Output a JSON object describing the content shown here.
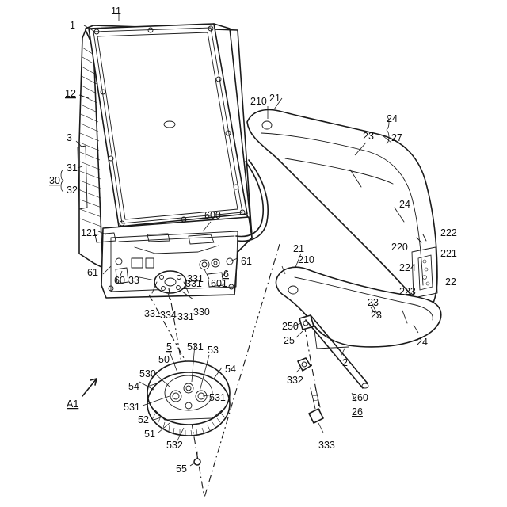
{
  "figure": {
    "labels": {
      "l1": "1",
      "l11": "11",
      "l12": "12",
      "l3": "3",
      "l30": "30",
      "l31": "31",
      "l32": "32",
      "l121": "121",
      "l61a": "61",
      "l61b": "61",
      "l60": "60",
      "l33": "33",
      "l331a": "331",
      "l331b": "331",
      "l331c": "331",
      "l331d": "331",
      "l334": "334",
      "l330": "330",
      "l600": "600",
      "l601": "601",
      "l6": "6",
      "l210a": "210",
      "l21a": "21",
      "l23a": "23",
      "l24a": "24",
      "l27": "27",
      "l24b": "24",
      "l23b": "23",
      "l220": "220",
      "l222": "222",
      "l221": "221",
      "l224": "224",
      "l22": "22",
      "l223": "223",
      "l21b": "21",
      "l210b": "210",
      "l23c": "23",
      "l24c": "24",
      "l250": "250",
      "l25": "25",
      "l2": "2",
      "l332": "332",
      "l260": "260",
      "l26": "26",
      "l333": "333",
      "l50": "50",
      "l5": "5",
      "l530": "530",
      "l531a": "531",
      "l53": "53",
      "l54a": "54",
      "l54b": "54",
      "l531b": "531",
      "l531c": "531",
      "l52": "52",
      "l51": "51",
      "l532": "532",
      "l55": "55",
      "lA1": "A1"
    }
  }
}
